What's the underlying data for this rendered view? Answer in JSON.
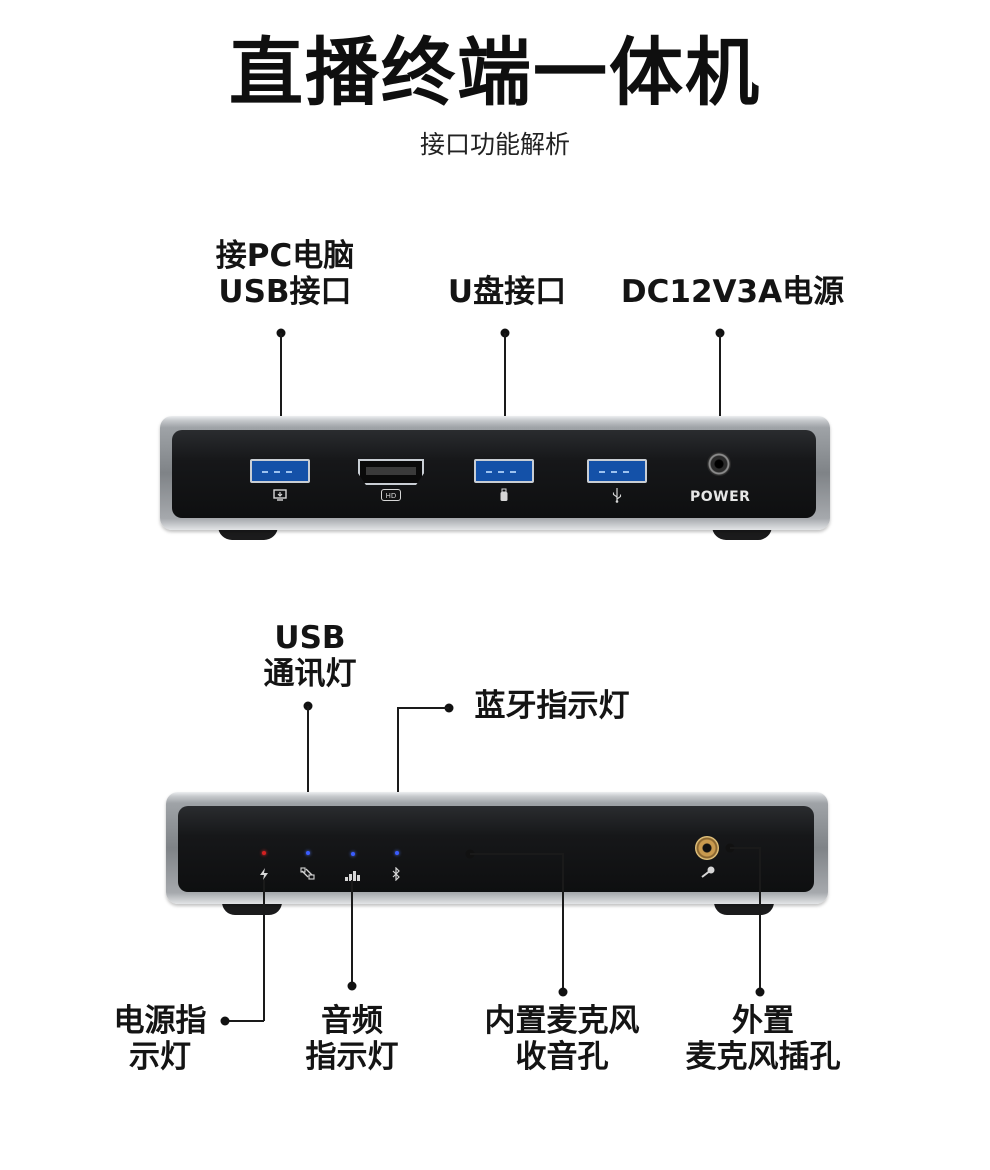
{
  "title": "直播终端一体机",
  "subtitle": "接口功能解析",
  "top_panel": {
    "labels": {
      "pc_usb": [
        "接PC电脑",
        "USB接口"
      ],
      "udisk": "U盘接口",
      "dc_power": "DC12V3A电源"
    },
    "port_icons": [
      "monitor-icon",
      "hd-icon",
      "usb-drive-icon",
      "usb-icon"
    ],
    "hd_text": "HD",
    "power_text": "POWER",
    "colors": {
      "usb_port": "#1451a8",
      "body_face": "#111213",
      "body_frame": "#9fa3a7"
    }
  },
  "bottom_panel": {
    "labels": {
      "usb_comm": [
        "USB",
        "通讯灯"
      ],
      "bluetooth": "蓝牙指示灯",
      "power_led": [
        "电源指",
        "示灯"
      ],
      "audio_led": [
        "音频",
        "指示灯"
      ],
      "builtin_mic": [
        "内置麦克风",
        "收音孔"
      ],
      "external_mic": [
        "外置",
        "麦克风插孔"
      ]
    },
    "led_icons": [
      "lightning-icon",
      "usb-link-icon",
      "audio-bars-icon",
      "bluetooth-icon",
      "microphone-icon"
    ],
    "colors": {
      "power_led": "#d42020",
      "status_led": "#3a5cff",
      "mic_jack": "#c99a4e"
    }
  }
}
